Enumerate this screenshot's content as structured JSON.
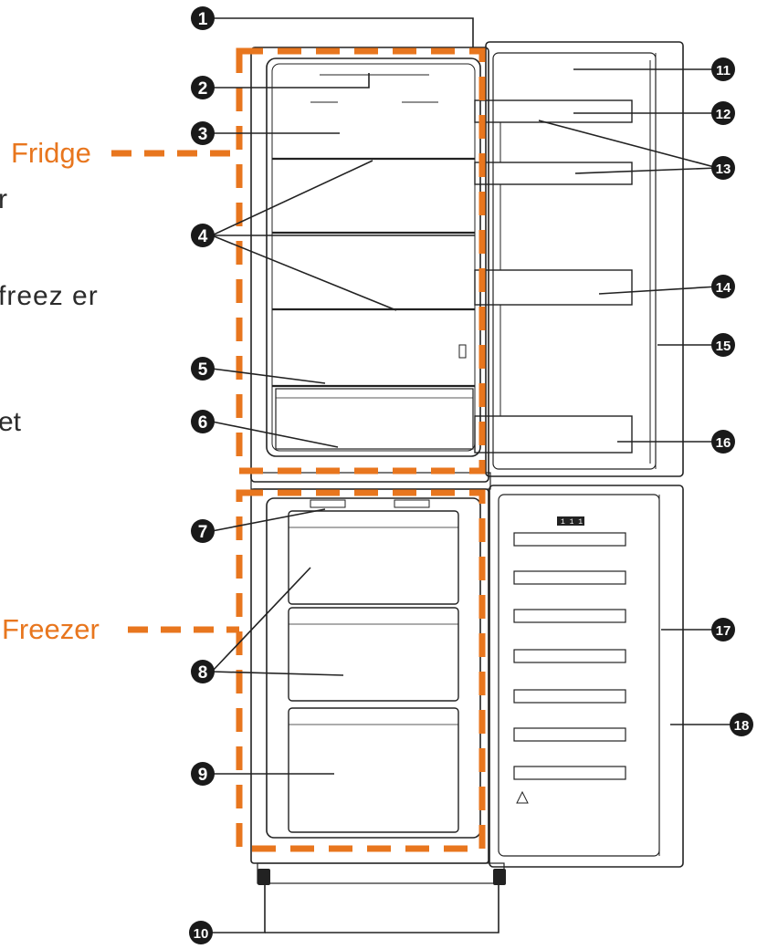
{
  "zones": [
    {
      "label": "Fridge"
    },
    {
      "label": "Freezer"
    }
  ],
  "cut_text": [
    "r",
    "freez er",
    "et"
  ],
  "door_badge": "1 1 1",
  "callouts": [
    "1",
    "2",
    "3",
    "4",
    "5",
    "6",
    "7",
    "8",
    "9",
    "10",
    "11",
    "12",
    "13",
    "14",
    "15",
    "16",
    "17",
    "18"
  ],
  "colors": {
    "accent": "#e8761e",
    "line": "#222222",
    "marker": "#1a1a1a"
  }
}
